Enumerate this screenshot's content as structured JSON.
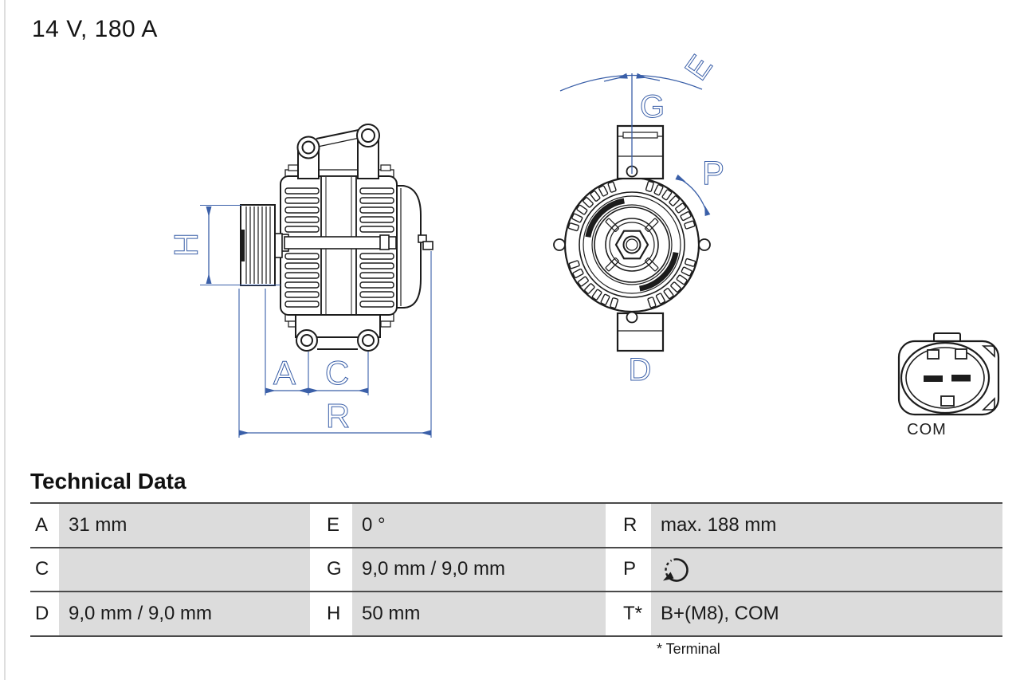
{
  "header": {
    "title": "14 V, 180 A"
  },
  "drawing": {
    "dim_labels": {
      "H": "H",
      "A": "A",
      "C": "C",
      "R": "R",
      "E": "E",
      "G": "G",
      "P": "P",
      "D": "D"
    },
    "connector": {
      "label": "COM"
    },
    "colors": {
      "dimension_blue": "#3a5fa8",
      "line_black": "#1c1c1c"
    }
  },
  "table": {
    "heading": "Technical Data",
    "footnote": "* Terminal",
    "colors": {
      "value_bg": "#dcdcdc",
      "row_line": "#4a4a4a"
    },
    "rows": [
      [
        {
          "label": "A",
          "value": "31 mm"
        },
        {
          "label": "E",
          "value": "0 °"
        },
        {
          "label": "R",
          "value": "max. 188 mm"
        }
      ],
      [
        {
          "label": "C",
          "value": ""
        },
        {
          "label": "G",
          "value": "9,0 mm / 9,0 mm"
        },
        {
          "label": "P",
          "value": "",
          "icon": "rotation-direction-icon"
        }
      ],
      [
        {
          "label": "D",
          "value": "9,0 mm / 9,0 mm"
        },
        {
          "label": "H",
          "value": "50 mm"
        },
        {
          "label": "T*",
          "value": "B+(M8), COM"
        }
      ]
    ]
  }
}
